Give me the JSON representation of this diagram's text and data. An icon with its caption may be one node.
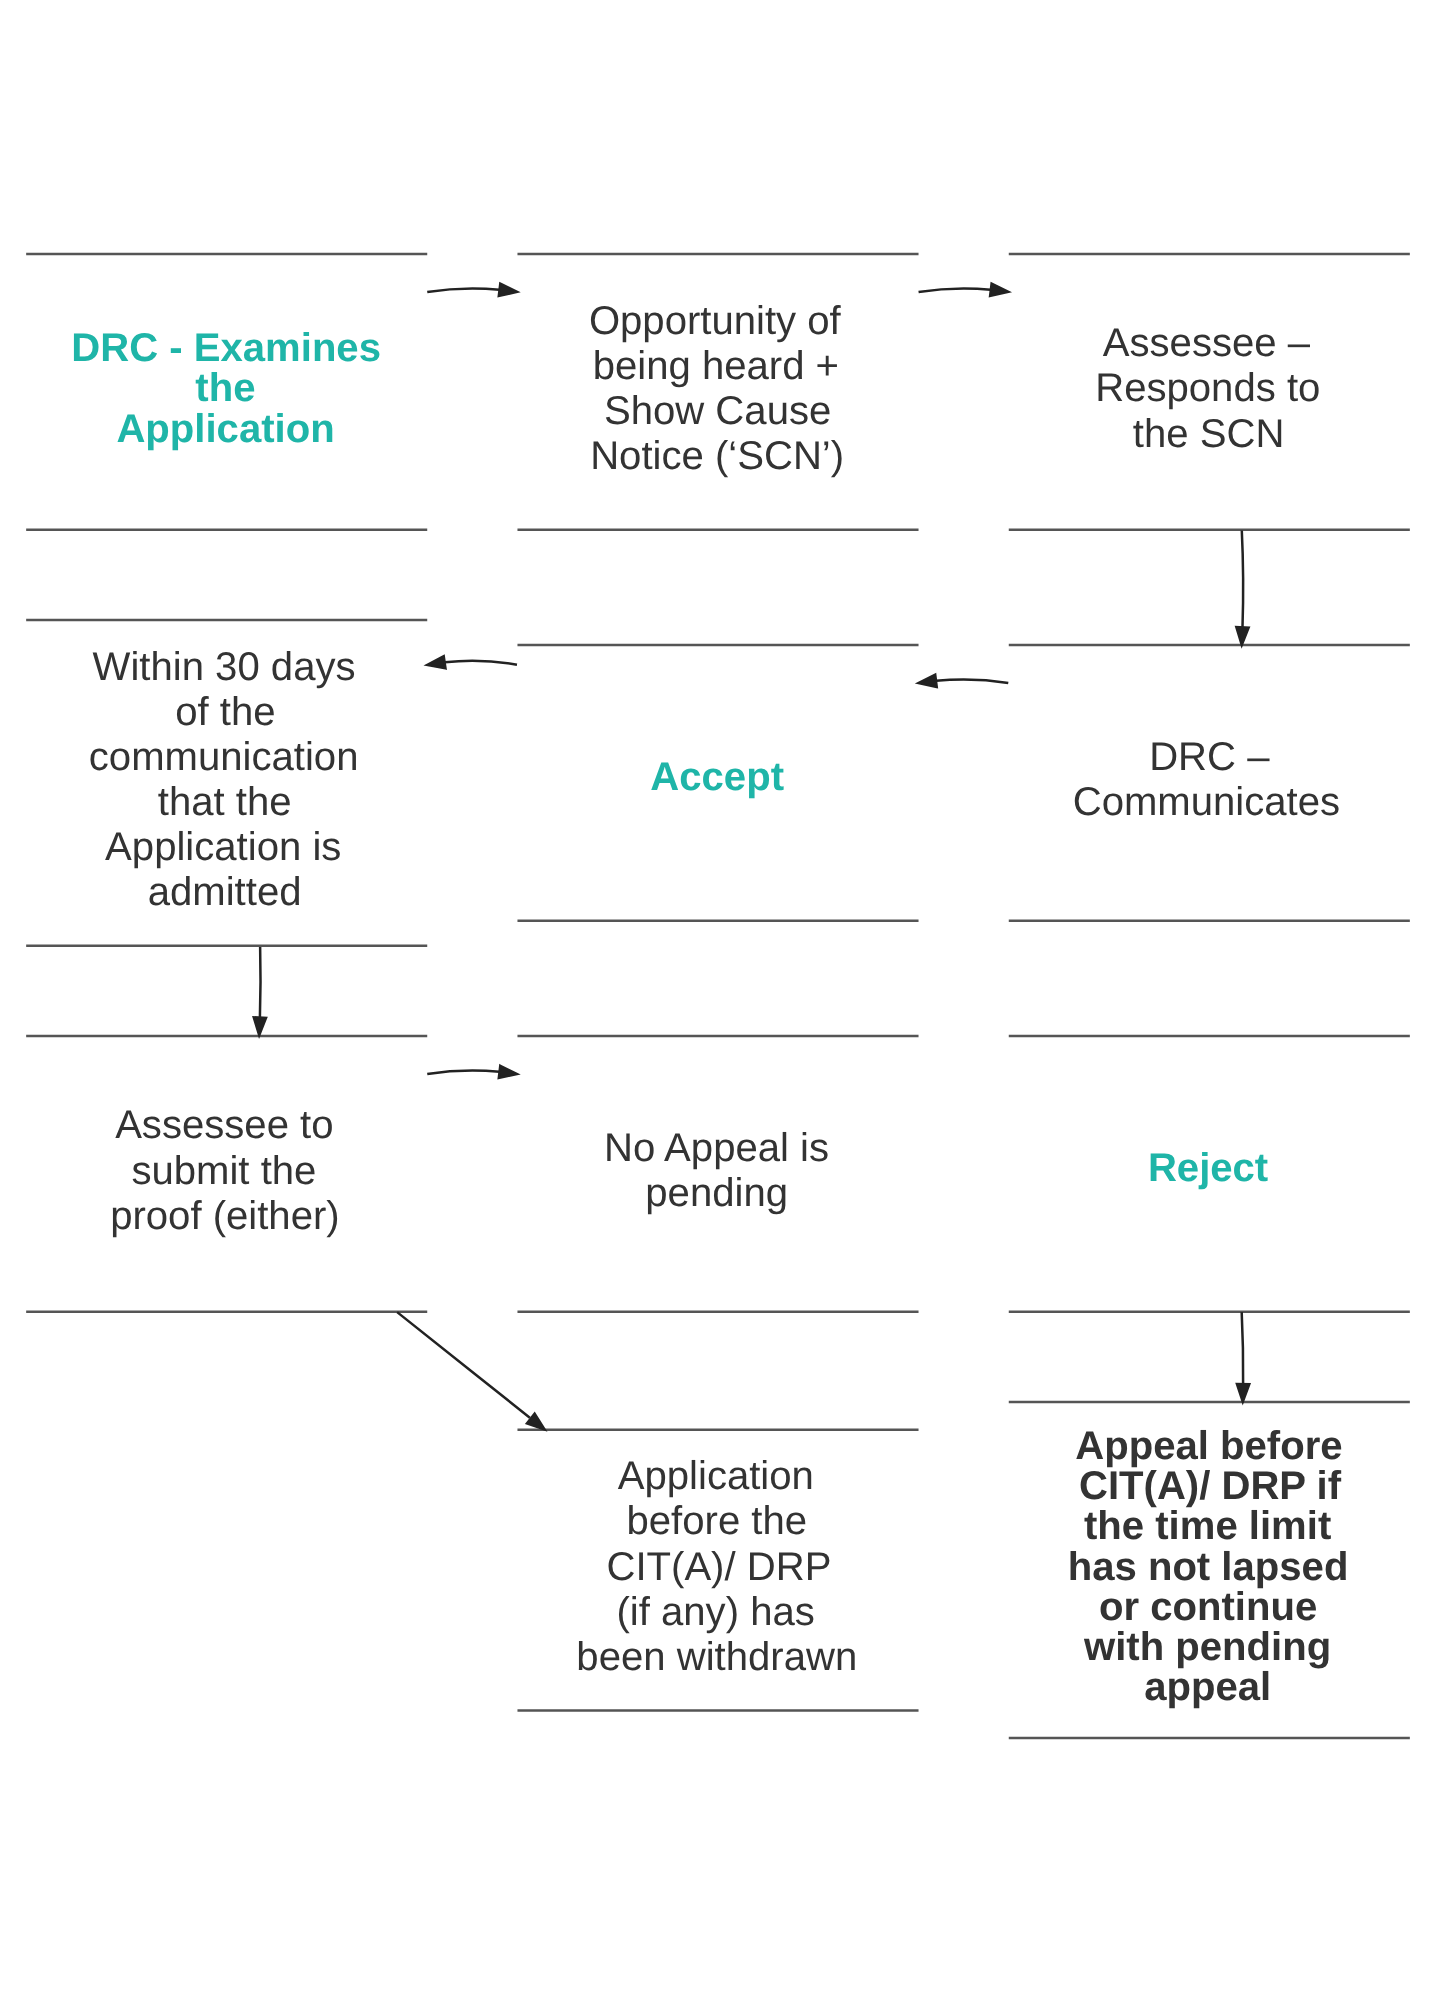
{
  "diagram": {
    "nodes": [
      {
        "text": [
          "DRC - Examines the Application"
        ]
      },
      {
        "text": [
          "Opportunity of being heard + Show Cause Notice (‘SCN’)"
        ]
      },
      {
        "text": [
          "Assessee – Responds to the SCN"
        ]
      },
      {
        "text": [
          "DRC – Communicates"
        ]
      },
      {
        "text": [
          "Accept"
        ]
      },
      {
        "text": [
          "Within 30 days of the communication that the Application is admitted"
        ]
      },
      {
        "text": [
          "Assessee to submit the proof (either)"
        ]
      },
      {
        "text": [
          "No Appeal is pending"
        ]
      },
      {
        "text": [
          "Reject"
        ]
      },
      {
        "text": [
          "Application before the CIT(A)/ DRP (if any) has been withdrawn"
        ]
      },
      {
        "text": [
          "Appeal before CIT(A)/ DRP if the time limit has not lapsed or continue with pending appeal"
        ]
      }
    ],
    "edges": [
      {
        "from": 0,
        "to": 1,
        "arrow": "to"
      },
      {
        "from": 1,
        "to": 2,
        "arrow": "to"
      },
      {
        "from": 2,
        "to": 3,
        "arrow": "to"
      },
      {
        "from": 3,
        "to": 4,
        "arrow": "to"
      },
      {
        "from": 4,
        "to": 5,
        "arrow": "to"
      },
      {
        "from": 5,
        "to": 6,
        "arrow": "to"
      },
      {
        "from": 6,
        "to": 7,
        "arrow": "to"
      },
      {
        "from": 6,
        "to": 9,
        "arrow": "to"
      },
      {
        "from": 8,
        "to": 10,
        "arrow": "to"
      }
    ]
  }
}
